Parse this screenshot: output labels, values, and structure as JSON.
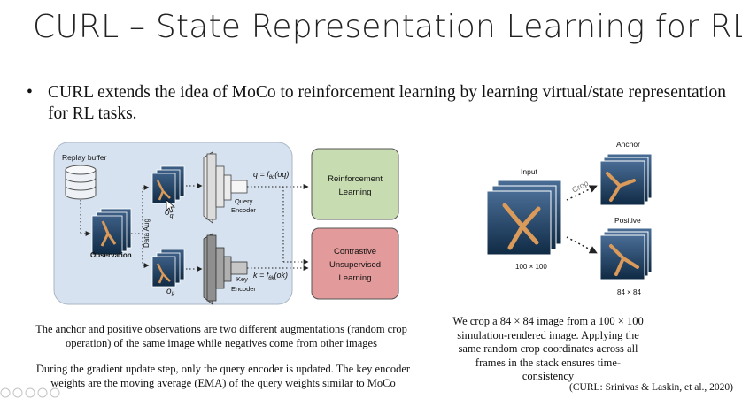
{
  "slide": {
    "title": "CURL – State Representation Learning for RL",
    "bullet": "CURL extends the idea of MoCo to reinforcement learning by learning virtual/state representation for RL tasks.",
    "caption_left_1": "The anchor and positive observations are two different augmentations (random crop operation) of the same image while negatives come from other images",
    "caption_left_2": "During the gradient update step, only the query encoder is updated. The key encoder weights are the moving average (EMA) of the query weights similar to MoCo",
    "caption_right": "We crop a 84 × 84 image from a 100 × 100 simulation-rendered image. Applying the same random crop coordinates across all frames in the stack ensures time-consistency",
    "citation": "(CURL: Srinivas & Laskin, et al., 2020)"
  },
  "diagram": {
    "replay_buffer": "Replay buffer",
    "observation": "Observation",
    "data_aug": "Data Aug",
    "o_q": "o",
    "o_q_sub": "q",
    "o_k": "o",
    "o_k_sub": "k",
    "query_encoder_1": "Query",
    "query_encoder_2": "Encoder",
    "key_encoder_1": "Key",
    "key_encoder_2": "Encoder",
    "q_formula": "q = f",
    "q_formula_sub": "θq",
    "q_formula_arg": "(oq)",
    "k_formula": "k = f",
    "k_formula_sub": "θk",
    "k_formula_arg": "(ok)",
    "rl_box_1": "Reinforcement",
    "rl_box_2": "Learning",
    "cul_box_1": "Contrastive",
    "cul_box_2": "Unsupervised",
    "cul_box_3": "Learning"
  },
  "crop_figure": {
    "input_label": "Input",
    "input_size": "100 × 100",
    "crop_label": "Crop",
    "anchor_label": "Anchor",
    "positive_label": "Positive",
    "output_size": "84 × 84"
  },
  "colors": {
    "panel_bg": "#d6e2f0",
    "rl_box": "#c7dcb0",
    "cul_box": "#e39a9a",
    "frame_dark": "#0f2a44",
    "frame_light": "#4a6d96",
    "robot": "#d99a5a"
  }
}
